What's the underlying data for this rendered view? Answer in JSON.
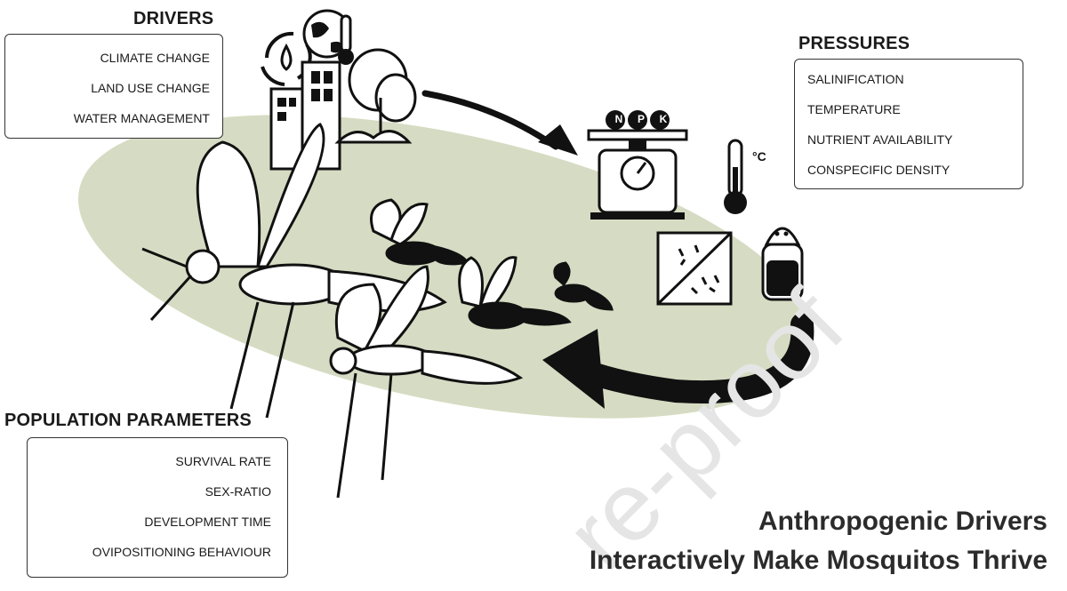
{
  "drivers": {
    "heading": "DRIVERS",
    "items": [
      "CLIMATE CHANGE",
      "LAND USE CHANGE",
      "WATER MANAGEMENT"
    ]
  },
  "pressures": {
    "heading": "PRESSURES",
    "items": [
      "SALINIFICATION",
      "TEMPERATURE",
      "NUTRIENT AVAILABILITY",
      "CONSPECIFIC DENSITY"
    ]
  },
  "population": {
    "heading": "POPULATION PARAMETERS",
    "items": [
      "SURVIVAL RATE",
      "SEX-RATIO",
      "DEVELOPMENT TIME",
      "OVIPOSITIONING BEHAVIOUR"
    ]
  },
  "title": {
    "line1": "Anthropogenic Drivers",
    "line2": "Interactively Make Mosquitos Thrive"
  },
  "scale_labels": {
    "n": "N",
    "p": "P",
    "k": "K"
  },
  "thermometer_unit": "°C",
  "watermark": "re-proof",
  "colors": {
    "ellipse": "#d6dcc3",
    "ink": "#1a1a1a"
  },
  "icons": [
    "recycle-water-icon",
    "globe-thermometer-icon",
    "buildings-icon",
    "trees-icon",
    "npk-scale-icon",
    "thermometer-icon",
    "density-comparison-icon",
    "salt-shaker-icon",
    "mosquito-icon"
  ]
}
